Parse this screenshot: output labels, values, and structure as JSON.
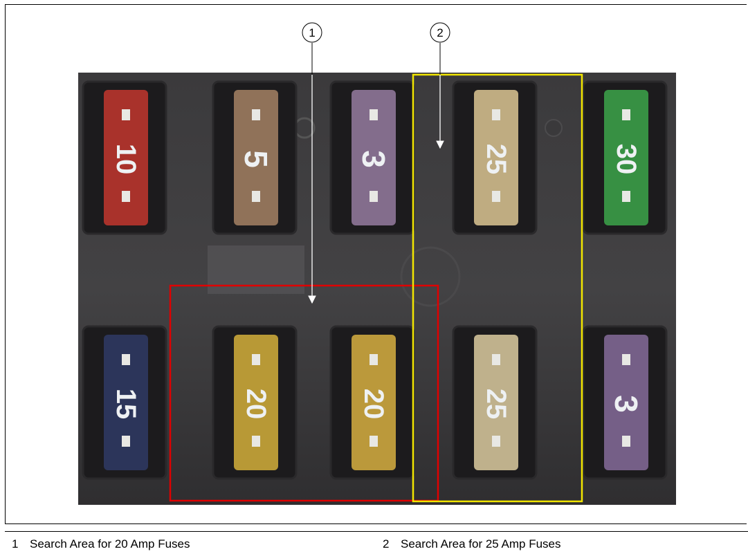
{
  "figure": {
    "callouts": [
      {
        "number": "1"
      },
      {
        "number": "2"
      }
    ],
    "fuses": [
      {
        "label": "10",
        "color": "#b5342c"
      },
      {
        "label": "5",
        "color": "#9a7a5e"
      },
      {
        "label": "3",
        "color": "#8c7496"
      },
      {
        "label": "25",
        "color": "#cdb98a"
      },
      {
        "label": "30",
        "color": "#3a9a46"
      },
      {
        "label": "15",
        "color": "#2e3760"
      },
      {
        "label": "20",
        "color": "#c6a438"
      },
      {
        "label": "20",
        "color": "#c9a43e"
      },
      {
        "label": "25",
        "color": "#cdbe96"
      },
      {
        "label": "3",
        "color": "#7d6590"
      }
    ],
    "box_colors": {
      "area_20_amp": "#e00000",
      "area_25_amp": "#f2e600"
    }
  },
  "legend": [
    {
      "number": "1",
      "text": "Search Area for 20 Amp Fuses"
    },
    {
      "number": "2",
      "text": "Search Area for 25 Amp Fuses"
    }
  ]
}
